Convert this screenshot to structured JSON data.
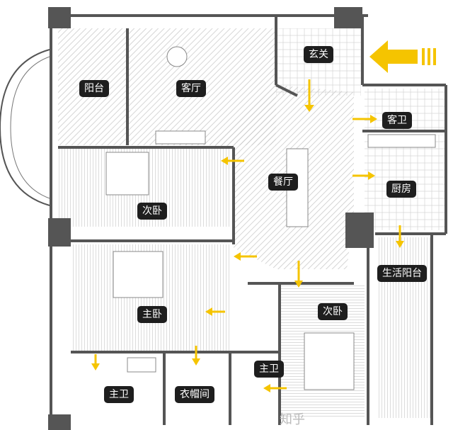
{
  "colors": {
    "wall": "#555555",
    "label_bg": "#1e1e1e",
    "arrow": "#f5c400",
    "hatch": "#bdbdbd"
  },
  "rooms": [
    {
      "id": "balcony",
      "label": "阳台"
    },
    {
      "id": "living-room",
      "label": "客厅"
    },
    {
      "id": "entrance",
      "label": "玄关"
    },
    {
      "id": "guest-bathroom",
      "label": "客卫"
    },
    {
      "id": "dining-room",
      "label": "餐厅"
    },
    {
      "id": "kitchen",
      "label": "厨房"
    },
    {
      "id": "second-bedroom-1",
      "label": "次卧"
    },
    {
      "id": "master-bedroom",
      "label": "主卧"
    },
    {
      "id": "second-bedroom-2",
      "label": "次卧"
    },
    {
      "id": "utility-balcony",
      "label": "生活阳台"
    },
    {
      "id": "master-bathroom-1",
      "label": "主卫"
    },
    {
      "id": "walk-in-closet",
      "label": "衣帽间"
    },
    {
      "id": "master-bathroom-2",
      "label": "主卫"
    }
  ],
  "watermark": "知乎"
}
